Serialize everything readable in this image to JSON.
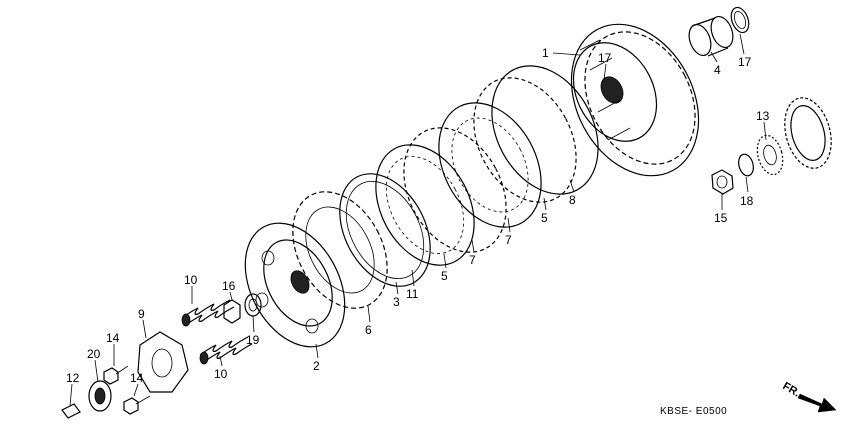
{
  "diagram": {
    "code": "KBSE- E0500",
    "front_marker": "FR.",
    "callouts": [
      {
        "id": "c1",
        "label": "1"
      },
      {
        "id": "c17a",
        "label": "17"
      },
      {
        "id": "c4",
        "label": "4"
      },
      {
        "id": "c17b",
        "label": "17"
      },
      {
        "id": "c13",
        "label": "13"
      },
      {
        "id": "c18",
        "label": "18"
      },
      {
        "id": "c15",
        "label": "15"
      },
      {
        "id": "c8",
        "label": "8"
      },
      {
        "id": "c5a",
        "label": "5"
      },
      {
        "id": "c7a",
        "label": "7"
      },
      {
        "id": "c7b",
        "label": "7"
      },
      {
        "id": "c5b",
        "label": "5"
      },
      {
        "id": "c11",
        "label": "11"
      },
      {
        "id": "c3",
        "label": "3"
      },
      {
        "id": "c6",
        "label": "6"
      },
      {
        "id": "c2",
        "label": "2"
      },
      {
        "id": "c16",
        "label": "16"
      },
      {
        "id": "c19",
        "label": "19"
      },
      {
        "id": "c10a",
        "label": "10"
      },
      {
        "id": "c10b",
        "label": "10"
      },
      {
        "id": "c9",
        "label": "9"
      },
      {
        "id": "c14a",
        "label": "14"
      },
      {
        "id": "c14b",
        "label": "14"
      },
      {
        "id": "c20",
        "label": "20"
      },
      {
        "id": "c12",
        "label": "12"
      }
    ]
  }
}
